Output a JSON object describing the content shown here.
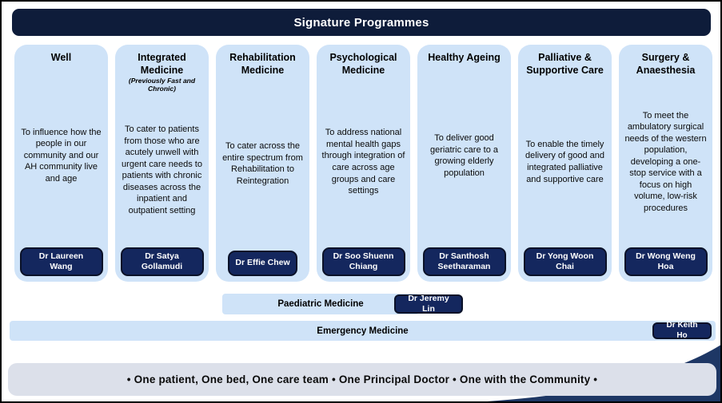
{
  "header": {
    "title": "Signature Programmes"
  },
  "programmes": [
    {
      "title": "Well",
      "subtitle": "",
      "description": "To influence how the people in our community and our AH community live and age",
      "doctor": "Dr Laureen Wang"
    },
    {
      "title": "Integrated Medicine",
      "subtitle": "(Previously Fast and Chronic)",
      "description": "To cater to patients from those who are acutely unwell with urgent care needs to patients with chronic diseases across the inpatient and outpatient setting",
      "doctor": "Dr Satya Gollamudi"
    },
    {
      "title": "Rehabilitation Medicine",
      "subtitle": "",
      "description": "To cater across the entire spectrum from Rehabilitation to Reintegration",
      "doctor": "Dr Effie Chew"
    },
    {
      "title": "Psychological Medicine",
      "subtitle": "",
      "description": "To address national mental health gaps through integration of care across age groups and care settings",
      "doctor": "Dr Soo Shuenn Chiang"
    },
    {
      "title": "Healthy Ageing",
      "subtitle": "",
      "description": "To deliver good geriatric care to a growing elderly population",
      "doctor": "Dr Santhosh Seetharaman"
    },
    {
      "title": "Palliative & Supportive Care",
      "subtitle": "",
      "description": "To enable the timely delivery of good and integrated palliative and supportive care",
      "doctor": "Dr Yong Woon Chai"
    },
    {
      "title": "Surgery & Anaesthesia",
      "subtitle": "",
      "description": "To meet the ambulatory surgical needs of the western population, developing a one-stop service with a focus on high volume, low-risk procedures",
      "doctor": "Dr Wong Weng Hoa"
    }
  ],
  "rows": [
    {
      "label": "Paediatric Medicine",
      "doctor": "Dr Jeremy Lin"
    },
    {
      "label": "Emergency Medicine",
      "doctor": "Dr Keith Ho"
    }
  ],
  "footer": {
    "motto": "•  One patient, One bed, One care team •  One Principal Doctor •  One with the Community  •"
  },
  "colors": {
    "navy_dark": "#0e1c3a",
    "navy_badge": "#14275e",
    "navy_swoosh": "#1e3765",
    "light_blue": "#cfe3f8",
    "gray_bar": "#dce0ea"
  }
}
